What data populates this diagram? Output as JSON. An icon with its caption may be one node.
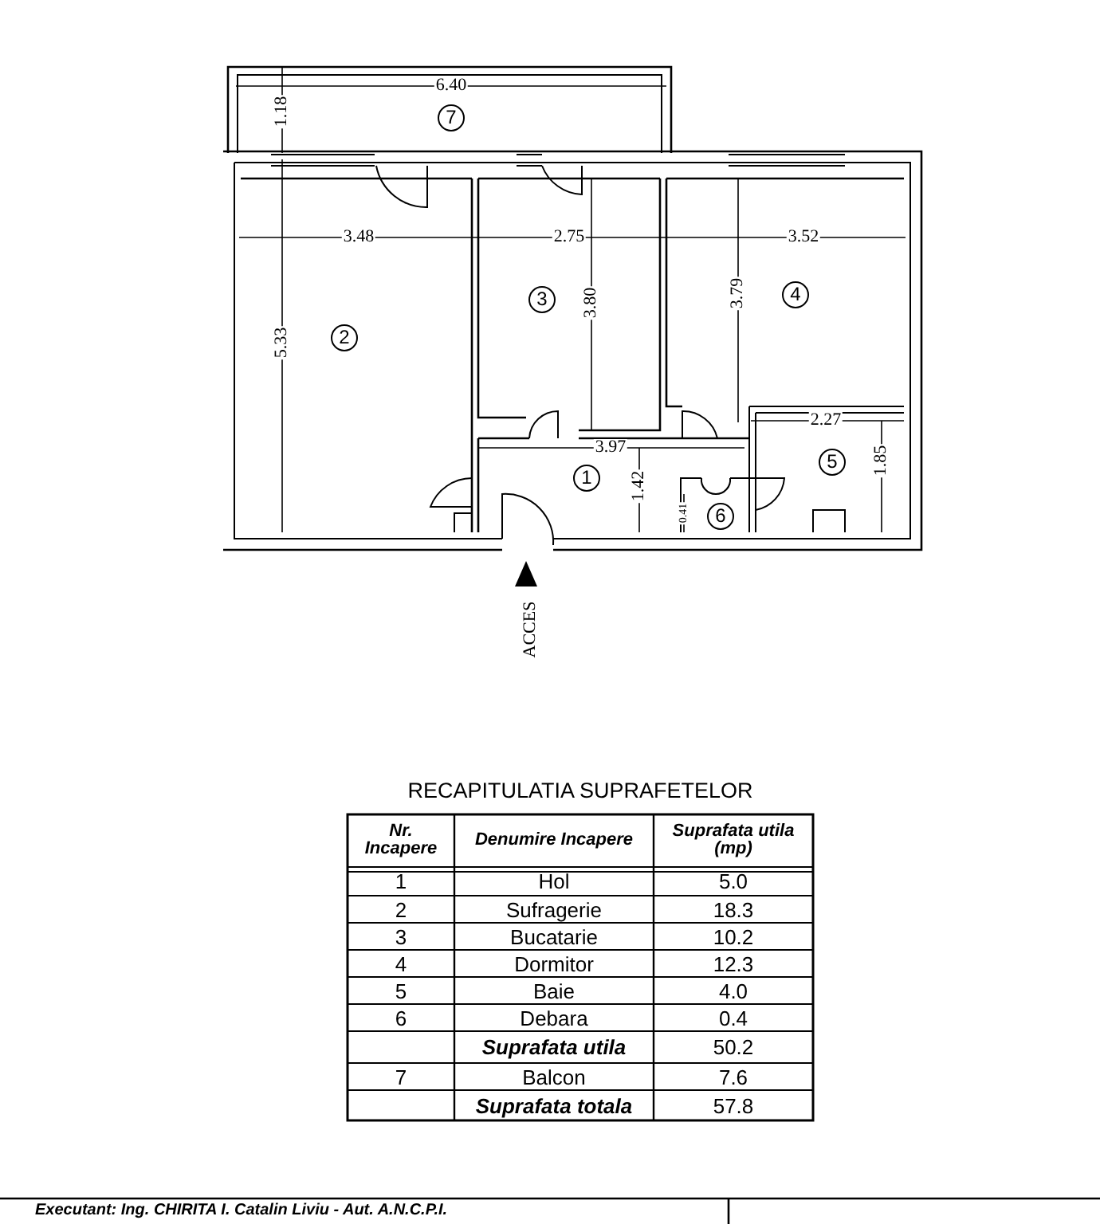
{
  "diagram": {
    "labels": [
      "6.40",
      "1.18",
      "7",
      "3.48",
      "2.75",
      "3.52",
      "3",
      "3.80",
      "3.79",
      "4",
      "5.33",
      "2",
      "2.27",
      "3.97",
      "1",
      "5",
      "1.42",
      "1.85",
      "0.41",
      "6",
      "ACCES",
      "RECAPITULATIA SUPRAFETELOR",
      "Nr. Incapere",
      "Denumire Incapere",
      "Suprafata utila (mp)",
      "1",
      "Hol",
      "5.0",
      "2",
      "Sufragerie",
      "18.3",
      "3",
      "Bucatarie",
      "10.2",
      "4",
      "Dormitor",
      "12.3",
      "5",
      "Baie",
      "4.0",
      "6",
      "Debara",
      "0.4",
      "Suprafata utila",
      "50.2",
      "7",
      "Balcon",
      "7.6",
      "Suprafata totala",
      "57.8",
      "Executant: Ing. CHIRITA I. Catalin Liviu - Aut. A.N.C.P.I."
    ]
  }
}
